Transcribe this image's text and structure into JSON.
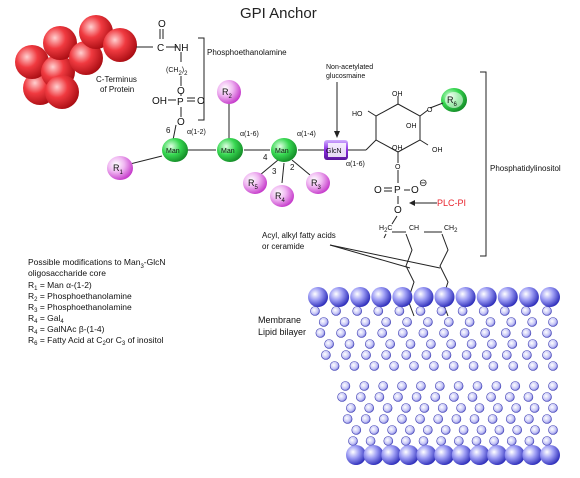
{
  "title": "GPI Anchor",
  "labels": {
    "phosphoethanolamine": "Phosphoethanolamine",
    "c_terminus": [
      "C-Terminus",
      "of Protein"
    ],
    "non_acetylated": [
      "Non-acetylated",
      "glucosmaine"
    ],
    "phosphatidylinositol": "Phosphatidylinositol",
    "plc_pi": "PLC-PI",
    "acyl": [
      "Acyl, alkyl fatty acids",
      "or ceramide"
    ],
    "membrane": [
      "Membrane",
      "Lipid bilayer"
    ]
  },
  "linker": {
    "carbonyl_o": "O",
    "carbonyl_c": "C",
    "nh": "NH",
    "ch2": "(CH",
    "ch2_sub": "2",
    "ch2_close": ")",
    "ch2_n": "2",
    "o_top": "O",
    "p": "P",
    "oh": "OH",
    "o_double": "O",
    "o_bottom": "O",
    "pos6": "6"
  },
  "sugars": {
    "man1": "Man",
    "man2": "Man",
    "man3": "Man",
    "glcn": "GlcN"
  },
  "linkages": {
    "a12": "α(1-2)",
    "a16_top": "α(1-6)",
    "a14": "α(1-4)",
    "a16_right": "α(1-6)",
    "n4": "4",
    "n3": "3",
    "n2": "2"
  },
  "r_groups": {
    "r1": {
      "main": "R",
      "sub": "1"
    },
    "r2": {
      "main": "R",
      "sub": "2"
    },
    "r3": {
      "main": "R",
      "sub": "3"
    },
    "r4": {
      "main": "R",
      "sub": "4"
    },
    "r5": {
      "main": "R",
      "sub": "5"
    },
    "r6": {
      "main": "R",
      "sub": "6"
    }
  },
  "inositol": {
    "oh1": "OH",
    "oh2": "OH",
    "oh3": "HO",
    "oh4": "OH",
    "oh5": "OH",
    "o_ring": "O",
    "o_link": "O"
  },
  "phosphate": {
    "o_left": "O",
    "p": "P",
    "o_right": "O",
    "minus": "⊖",
    "o_bottom": "O",
    "chain_h2c": "H",
    "chain_c": "C",
    "chain_ch": "CH",
    "chain_ch2": "CH",
    "sub2": "2"
  },
  "modifications": {
    "heading": [
      "Possible modifications to Man",
      "-GlcN",
      "oligosaccharide core"
    ],
    "heading_sub": "3",
    "items": [
      {
        "r": "R",
        "n": "1",
        "text": " = Man α-(1-2)"
      },
      {
        "r": "R",
        "n": "2",
        "text": " = Phosphoethanolamine"
      },
      {
        "r": "R",
        "n": "3",
        "text": " = Phosphoethanolamine"
      },
      {
        "r": "R",
        "n": "4",
        "text": " = Gal"
      },
      {
        "r": "R",
        "n": "4",
        "text": " = GalNAc β-(1-4)"
      },
      {
        "r": "R",
        "n": "6",
        "text": " = Fatty Acid at C"
      }
    ],
    "gal_sub": "4",
    "fatty_tail": {
      "c2": "2",
      "or": "or C",
      "c3": "3",
      "end": " of inositol"
    }
  },
  "colors": {
    "protein": "#e8232c",
    "mannose": "#2fd24a",
    "r_group": "#d24fd6",
    "glcn": "#8a2be2",
    "lipid": "#4545e0",
    "plc": "#e8232c"
  }
}
